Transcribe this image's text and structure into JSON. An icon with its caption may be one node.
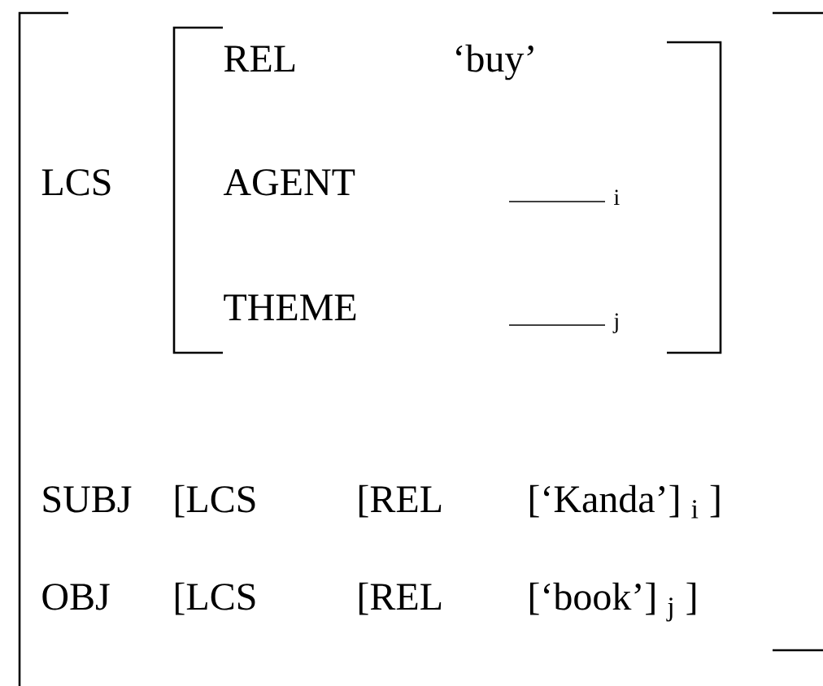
{
  "diagram": {
    "labels": [
      "REL",
      "‘buy’",
      "LCS",
      "AGENT",
      "i",
      "THEME",
      "j",
      "SUBJ",
      "[LCS",
      "[REL",
      "[‘Kanda’] $_{i}$ ]",
      "OBJ",
      "[LCS",
      "[REL",
      "[‘book’] $_{j}$ ]"
    ]
  }
}
